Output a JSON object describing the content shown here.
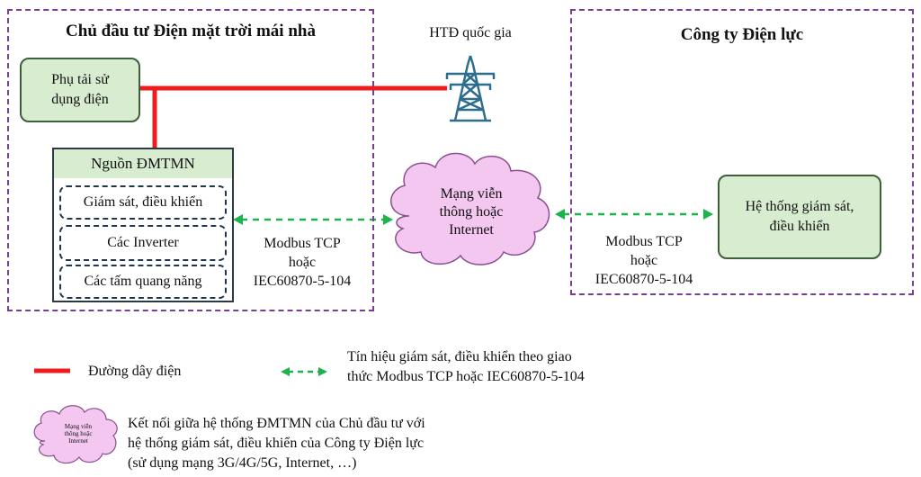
{
  "owner_region": {
    "title": "Chủ đầu tư Điện mặt trời mái nhà"
  },
  "utility_region": {
    "title": "Công ty Điện lực"
  },
  "grid": {
    "label": "HTĐ quốc gia"
  },
  "load": {
    "line1": "Phụ tải sử",
    "line2": "dụng điện"
  },
  "source": {
    "title": "Nguồn ĐMTMN",
    "items": [
      "Giám sát, điều khiển",
      "Các Inverter",
      "Các tấm quang năng"
    ]
  },
  "network": {
    "line1": "Mạng viễn",
    "line2": "thông hoặc",
    "line3": "Internet"
  },
  "protocol_left": {
    "line1": "Modbus TCP",
    "line2": "hoặc",
    "line3": "IEC60870-5-104"
  },
  "protocol_right": {
    "line1": "Modbus TCP",
    "line2": "hoặc",
    "line3": "IEC60870-5-104"
  },
  "monitoring": {
    "line1": "Hệ thống giám sát,",
    "line2": "điều khiển"
  },
  "legend": {
    "power_line": "Đường dây điện",
    "signal_line1": "Tín hiệu giám sát, điều khiển theo giao",
    "signal_line2": "thức Modbus TCP hoặc IEC60870-5-104",
    "cloud_small1": "Mạng viễn",
    "cloud_small2": "thông hoặc",
    "cloud_small3": "Internet",
    "cloud_desc1": "Kết nối giữa hệ thống ĐMTMN của Chủ đầu tư với",
    "cloud_desc2": "hệ thống giám sát, điều khiển của Công ty Điện lực",
    "cloud_desc3": "(sử dụng mạng 3G/4G/5G, Internet, …)"
  },
  "colors": {
    "power_line": "#ee1c1c",
    "signal_line": "#1db34a",
    "cloud_fill": "#f3c7ef",
    "cloud_stroke": "#8a4f8f",
    "region_border": "#7a3f8f",
    "box_fill": "#d8ecd0",
    "pylon": "#2d6e8e"
  },
  "icons": {
    "grid": "transmission-tower-icon",
    "network": "cloud-icon"
  }
}
